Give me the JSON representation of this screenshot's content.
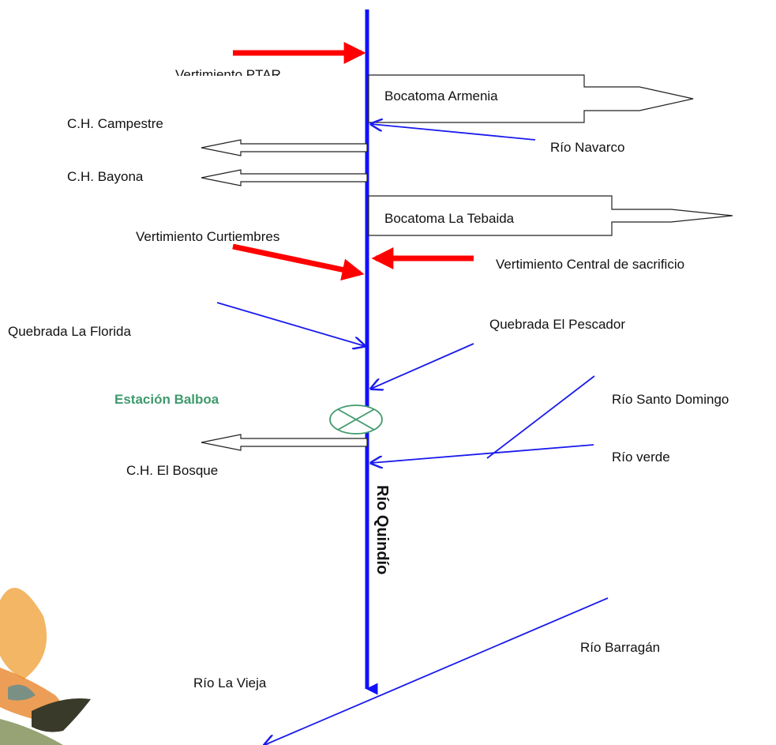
{
  "diagram": {
    "main_river": "Río Quindío",
    "labels": {
      "vertimiento_ptar": "Vertimiento PTAR",
      "bocatoma_armenia": "Bocatoma Armenia",
      "ch_campestre": "C.H. Campestre",
      "rio_navarco": "Río Navarco",
      "ch_bayona": "C.H. Bayona",
      "bocatoma_tebaida": "Bocatoma La Tebaida",
      "vertimiento_curtiembres": "Vertimiento Curtiembres",
      "vertimiento_central": "Vertimiento Central de sacrificio",
      "quebrada_florida": "Quebrada La Florida",
      "quebrada_pescador": "Quebrada El Pescador",
      "estacion_balboa": "Estación Balboa",
      "rio_santo_domingo": "Río Santo Domingo",
      "ch_el_bosque": "C.H. El Bosque",
      "rio_verde": "Río verde",
      "rio_barragan": "Río Barragán",
      "rio_la_vieja": "Río La Vieja"
    },
    "colors": {
      "river": "#1010ff",
      "discharge": "#ff0000",
      "tributary": "#1a1aee",
      "station": "#3f9a6c",
      "extraction_outline": "#222222"
    }
  }
}
